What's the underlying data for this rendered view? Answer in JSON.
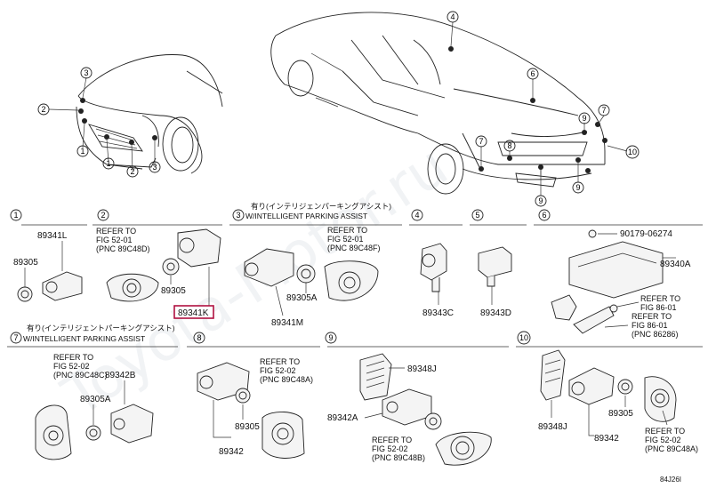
{
  "callouts": {
    "front": [
      "3",
      "2",
      "1",
      "1",
      "2",
      "3"
    ],
    "rear": [
      "4",
      "6",
      "7",
      "8",
      "9",
      "9",
      "7",
      "10",
      "9"
    ]
  },
  "panels": [
    {
      "num": "1",
      "labels": [
        "89341L",
        "89305"
      ]
    },
    {
      "num": "2",
      "refer": [
        "REFER TO",
        "FIG 52-01",
        "(PNC 89C48D)"
      ],
      "labels": [
        "89305",
        "89341K"
      ]
    },
    {
      "num": "3",
      "header": [
        "有り(インテリジェンパーキングアシスト)",
        "W/INTELLIGENT PARKING ASSIST"
      ],
      "refer": [
        "REFER TO",
        "FIG 52-01",
        "(PNC 89C48F)"
      ],
      "labels": [
        "89305A",
        "89341M"
      ]
    },
    {
      "num": "4",
      "labels": [
        "89343C"
      ]
    },
    {
      "num": "5",
      "labels": [
        "89343D"
      ]
    },
    {
      "num": "6",
      "labels": [
        "90179-06274",
        "89340A"
      ],
      "refer1": [
        "REFER TO",
        "FIG 86-01"
      ],
      "refer2": [
        "REFER TO",
        "FIG 86-01",
        "(PNC 86286)"
      ]
    },
    {
      "num": "7",
      "header": [
        "有り(インテリジェントパーキングアシスト)",
        "W/INTELLIGENT PARKING ASSIST"
      ],
      "refer": [
        "REFER TO",
        "FIG 52-02",
        "(PNC 89C48C)"
      ],
      "labels": [
        "89342B",
        "89305A"
      ]
    },
    {
      "num": "8",
      "refer": [
        "REFER TO",
        "FIG 52-02",
        "(PNC 89C48A)"
      ],
      "labels": [
        "89305",
        "89342"
      ]
    },
    {
      "num": "9",
      "labels": [
        "89348J",
        "89342A"
      ],
      "refer": [
        "REFER TO",
        "FIG 52-02",
        "(PNC 89C48B)"
      ]
    },
    {
      "num": "10",
      "labels": [
        "89348J",
        "89305",
        "89342"
      ],
      "refer": [
        "REFER TO",
        "FIG 52-02",
        "(PNC 89C48A)"
      ]
    }
  ],
  "watermark": "Toyota-Motor.ru",
  "diagram_code": "84J26I"
}
